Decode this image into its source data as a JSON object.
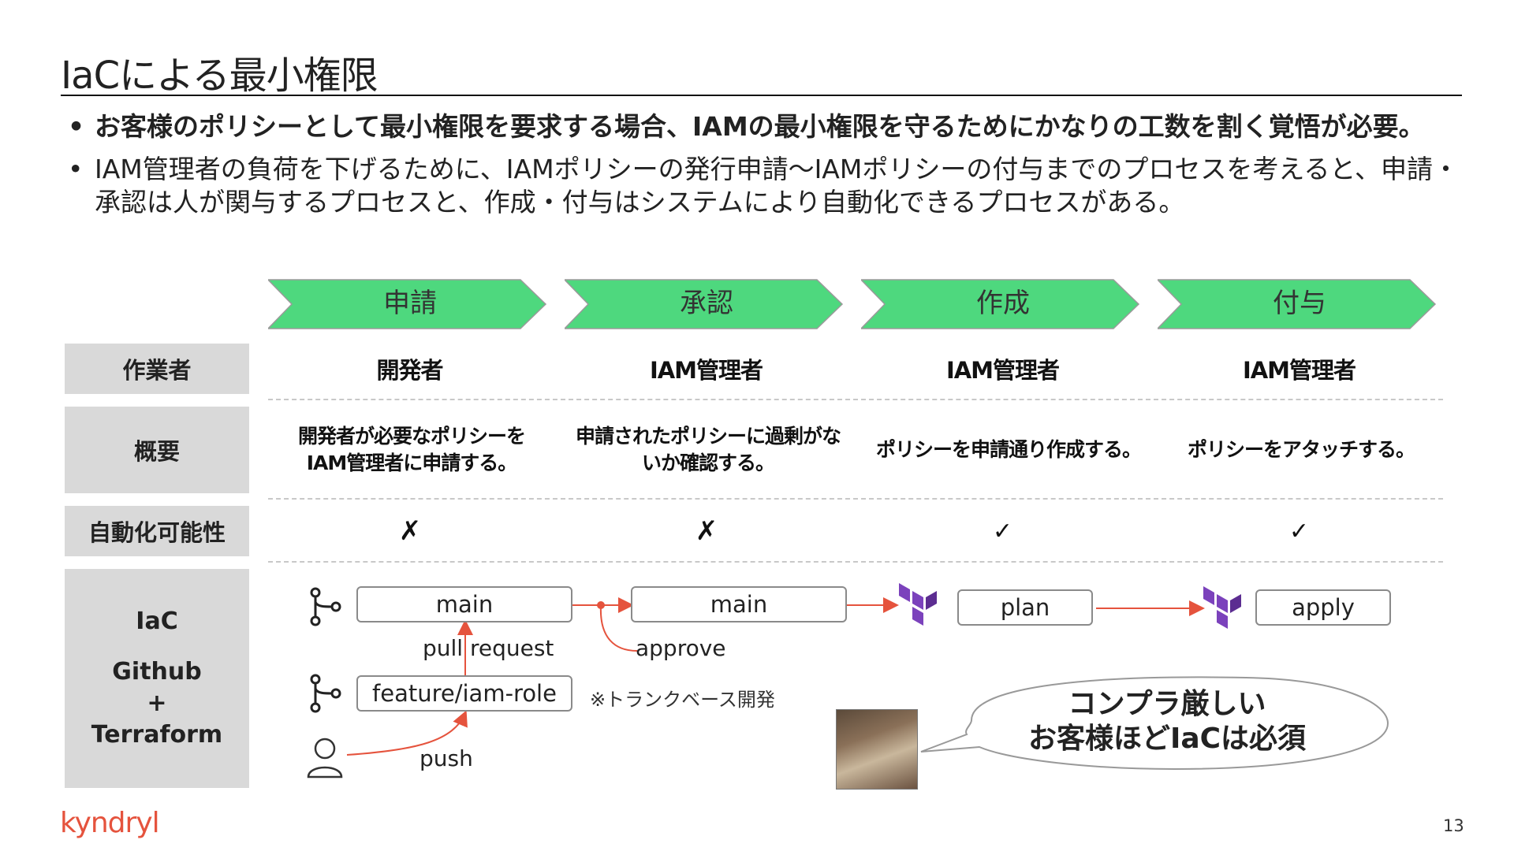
{
  "slide": {
    "title": "IaCによる最小権限",
    "bullets": [
      "お客様のポリシーとして最小権限を要求する場合、IAMの最小権限を守るためにかなりの工数を割く覚悟が必要。",
      "IAM管理者の負荷を下げるために、IAMポリシーの発行申請〜IAMポリシーの付与までのプロセスを考えると、申請・承認は人が関与するプロセスと、作成・付与はシステムにより自動化できるプロセスがある。"
    ],
    "page_number": "13",
    "logo": "kyndryl"
  },
  "stages": [
    "申請",
    "承認",
    "作成",
    "付与"
  ],
  "rows": {
    "worker": {
      "head": "作業者",
      "cells": [
        "開発者",
        "IAM管理者",
        "IAM管理者",
        "IAM管理者"
      ]
    },
    "summary": {
      "head": "概要",
      "cells": [
        "開発者が必要なポリシーをIAM管理者に申請する。",
        "申請されたポリシーに過剰がないか確認する。",
        "ポリシーを申請通り作成する。",
        "ポリシーをアタッチする。"
      ]
    },
    "automation": {
      "head": "自動化可能性",
      "cells": [
        "✗",
        "✗",
        "✓",
        "✓"
      ]
    },
    "iac": {
      "head_lines": [
        "IaC",
        "",
        "Github",
        "+",
        "Terraform"
      ]
    }
  },
  "flow": {
    "branch_main_1": "main",
    "branch_main_2": "main",
    "branch_feature": "feature/iam-role",
    "pull_request": "pull request",
    "approve": "approve",
    "push": "push",
    "note": "※トランクベース開発",
    "plan": "plan",
    "apply": "apply"
  },
  "bubble": {
    "lines": [
      "コンプラ厳しい",
      "お客様ほどIaCは必須"
    ]
  },
  "colors": {
    "stage_green": "#4ed87e",
    "arrow_red": "#e5533d",
    "header_gray": "#d9d9d9",
    "terraform_purple": "#7b42bc"
  }
}
